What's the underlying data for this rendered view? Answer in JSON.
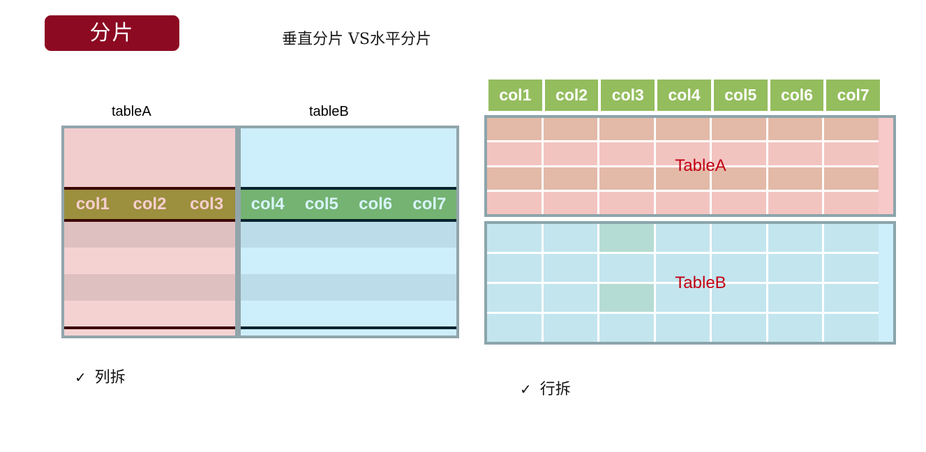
{
  "header": {
    "badge_label": "分片",
    "subtitle": "垂直分片 VS水平分片",
    "badge_color": "#8c0a22"
  },
  "vertical_sharding": {
    "left_table_label": "tableA",
    "right_table_label": "tableB",
    "left_columns": [
      "col1",
      "col2",
      "col3"
    ],
    "right_columns": [
      "col4",
      "col5",
      "col6",
      "col7"
    ],
    "left_fill": "#f2cdcd",
    "right_fill": "#cdeefb",
    "left_band_fill": "#9c8f3e",
    "right_band_fill": "#74b372",
    "border_color": "#91a5ab",
    "caption": "✓ 列拆",
    "caption_check": "✓",
    "caption_text": "列拆"
  },
  "horizontal_sharding": {
    "columns": [
      "col1",
      "col2",
      "col3",
      "col4",
      "col5",
      "col6",
      "col7"
    ],
    "header_fill": "#94bd5e",
    "header_text_color": "#ffffff",
    "shards": [
      {
        "name": "TableA",
        "fill": "#f7c9c9",
        "rows": [
          "d",
          "l",
          "d",
          "l"
        ]
      },
      {
        "name": "TableB",
        "fill": "#cdeefb",
        "rows": [
          "l",
          "l",
          "l",
          "l"
        ]
      }
    ],
    "highlight_cells": [
      {
        "shard": "TableB",
        "column": "col3",
        "row": 1
      },
      {
        "shard": "TableB",
        "column": "col3",
        "row": 3
      }
    ],
    "highlight_fill": "#b5dcd4",
    "label_color": "#c20012",
    "border_color": "#8ba5ab",
    "caption": "✓ 行拆",
    "caption_check": "✓",
    "caption_text": "行拆"
  }
}
